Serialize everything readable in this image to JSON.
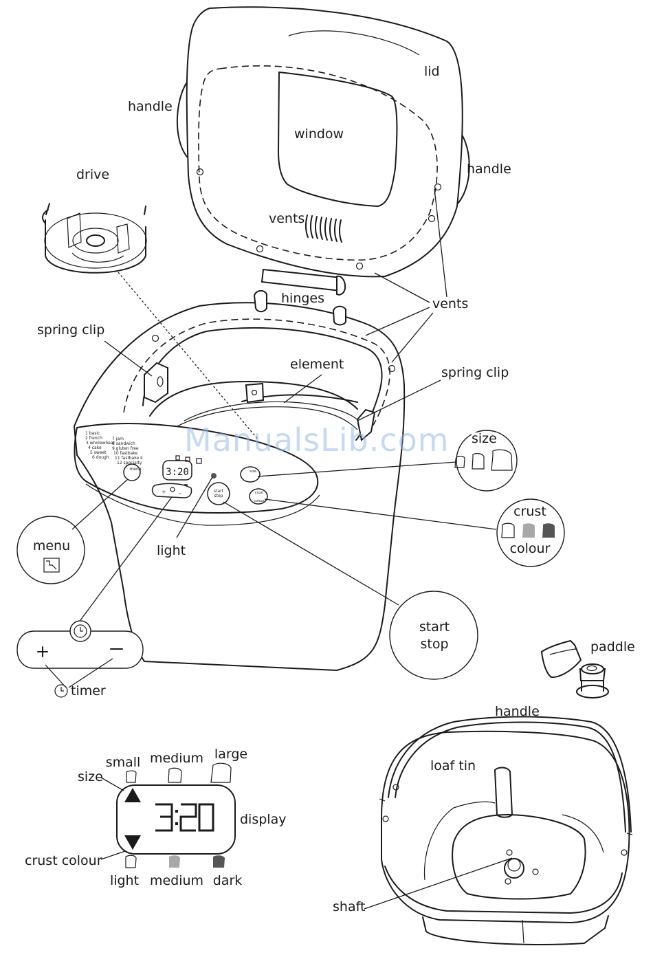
{
  "labels": {
    "lid": "lid",
    "handle_left": "handle",
    "handle_right": "handle",
    "window": "window",
    "vents_lid": "vents",
    "drive": "drive",
    "hinges": "hinges",
    "vents_body": "vents",
    "spring_clip_left": "spring clip",
    "spring_clip_right": "spring clip",
    "element": "element",
    "size": "size",
    "crust_line1": "crust",
    "crust_line2": "colour",
    "menu": "menu",
    "light": "light",
    "start_line1": "start",
    "start_line2": "stop",
    "timer": "timer",
    "paddle": "paddle",
    "handle_tin": "handle",
    "loaf_tin": "loaf tin",
    "shaft": "shaft"
  },
  "display_panel": {
    "small": "small",
    "medium_size": "medium",
    "large": "large",
    "size": "size",
    "display": "display",
    "crust_colour": "crust colour",
    "light": "light",
    "medium_crust": "medium",
    "dark": "dark",
    "time": "3:20"
  },
  "control_panel": {
    "programs": [
      "1 basic",
      "2 french",
      "3 wholewheat",
      "4 cake",
      "5 sweet",
      "6 dough",
      "7 jam",
      "8 sandwich",
      "9 gluten free",
      "10 fastbake",
      "11 fastbake II",
      "12 specialty"
    ],
    "menu_btn": "menu",
    "size_btn": "size",
    "start_btn_1": "start",
    "start_btn_2": "stop",
    "crust_btn_1": "crust",
    "crust_btn_2": "colour",
    "plus": "+",
    "minus": "–",
    "time": "3:20"
  },
  "timer_symbols": {
    "plus": "+",
    "minus": "–"
  },
  "watermark": "ManualsLib.com",
  "colors": {
    "ink": "#1a1a1a",
    "crust_light": "#ffffff",
    "crust_medium": "#a8a8a8",
    "crust_dark": "#555555",
    "watermark": "#96b9e6"
  }
}
